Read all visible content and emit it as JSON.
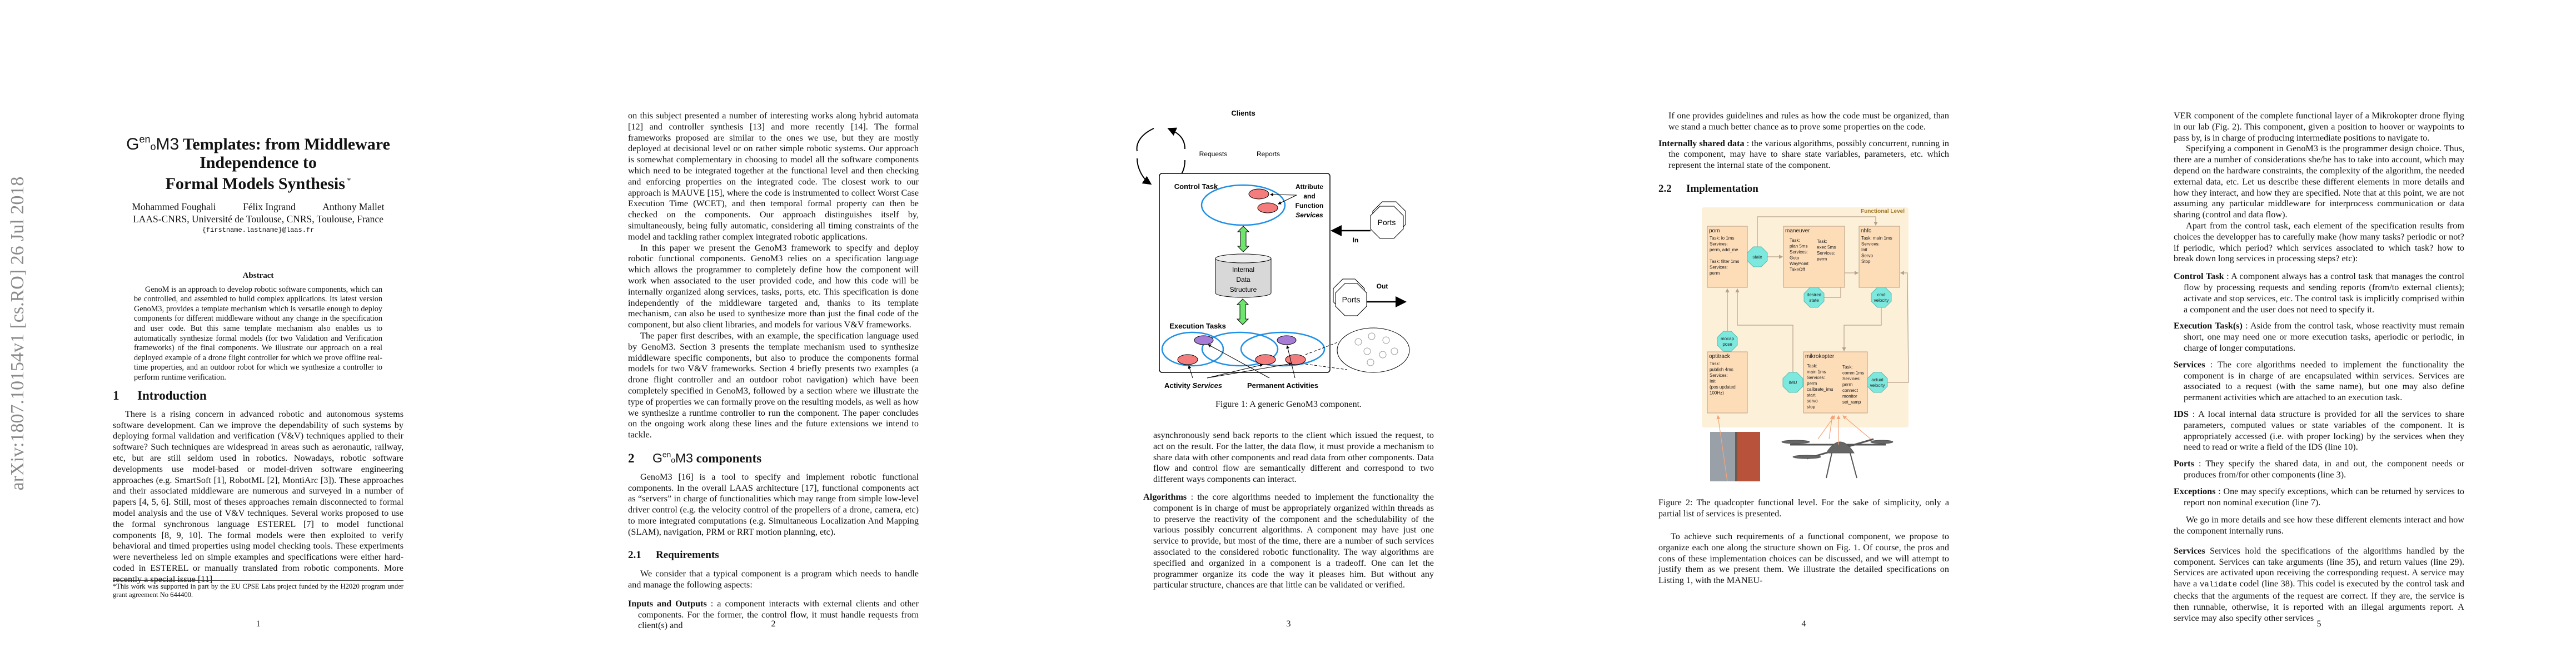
{
  "stamp": "arXiv:1807.10154v1  [cs.RO]  26 Jul 2018",
  "logo": {
    "g": "G",
    "en": "en",
    "o": "o",
    "m3": "M3",
    "m": "M"
  },
  "page1": {
    "title_rest_line1": " Templates: from Middleware",
    "title_line2": "Independence to",
    "title_line3": "Formal Models Synthesis",
    "title_mark": " *",
    "authors": [
      "Mohammed Foughali",
      "Félix Ingrand",
      "Anthony Mallet"
    ],
    "affiliation": "LAAS-CNRS, Université de Toulouse, CNRS, Toulouse, France",
    "email": "{firstname.lastname}@laas.fr",
    "abstract_heading": "Abstract",
    "abstract_text": "GenoM is an approach to develop robotic software components, which can be controlled, and assembled to build complex applications. Its latest version GenoM3, provides a template mechanism which is versatile enough to deploy components for different middleware without any change in the specification and user code. But this same template mechanism also enables us to automatically synthesize formal models (for two Validation and Verification frameworks) of the final components. We illustrate our approach on a real deployed example of a drone flight controller for which we prove offline real-time properties, and an outdoor robot for which we synthesize a controller to perform runtime verification.",
    "section_num": "1",
    "section_title": "Introduction",
    "intro": "There is a rising concern in advanced robotic and autonomous systems software development. Can we improve the dependability of such systems by deploying formal validation and verification (V&V) techniques applied to their software? Such techniques are widespread in areas such as aeronautic, railway, etc, but are still seldom used in robotics. Nowadays, robotic software developments use model-based or model-driven software engineering approaches (e.g. SmartSoft [1], RobotML [2], MontiArc [3]). These approaches and their associated middleware are numerous and surveyed in a number of papers [4, 5, 6]. Still, most of theses approaches remain disconnected to formal model analysis and the use of V&V techniques. Several works proposed to use the formal synchronous language ESTEREL [7] to model functional components [8, 9, 10]. The formal models were then exploited to verify behavioral and timed properties using model checking tools. These experiments were nevertheless led on simple examples and specifications were either hard-coded in ESTEREL or manually translated from robotic components. More recently a special issue [11]",
    "footnote": "*This work was supported in part by the EU CPSE Labs project funded by the H2020 program under grant agreement No 644400.",
    "page_number": "1"
  },
  "page2": {
    "paragraphs": [
      "on this subject presented a number of interesting works along hybrid automata [12] and controller synthesis [13] and more recently [14]. The formal frameworks proposed are similar to the ones we use, but they are mostly deployed at decisional level or on rather simple robotic systems. Our approach is somewhat complementary in choosing to model all the software components which need to be integrated together at the functional level and then checking and enforcing properties on the integrated code. The closest work to our approach is MAUVE [15], where the code is instrumented to collect Worst Case Execution Time (WCET), and then temporal formal property can then be checked on the components. Our approach distinguishes itself by, simultaneously, being fully automatic, considering all timing constraints of the model and tackling rather complex integrated robotic applications.",
      "In this paper we present the GenoM3 framework to specify and deploy robotic functional components. GenoM3 relies on a specification language which allows the programmer to completely define how the component will work when associated to the user provided code, and how this code will be internally organized along services, tasks, ports, etc. This specification is done independently of the middleware targeted and, thanks to its template mechanism, can also be used to synthesize more than just the final code of the component, but also client libraries, and models for various V&V frameworks.",
      "The paper first describes, with an example, the specification language used by GenoM3. Section 3 presents the template mechanism used to synthesize middleware specific components, but also to produce the components formal models for two V&V frameworks. Section 4 briefly presents two examples (a drone flight controller and an outdoor robot navigation) which have been completely specified in GenoM3, followed by a section where we illustrate the type of properties we can formally prove on the resulting models, as well as how we synthesize a runtime controller to run the component. The paper concludes on the ongoing work along these lines and the future extensions we intend to tackle."
    ],
    "section_num": "2",
    "section_title": " components",
    "section_para": "GenoM3 [16] is a tool to specify and implement robotic functional components. In the overall LAAS architecture [17], functional components act as “servers” in charge of functionalities which may range from simple low-level driver control (e.g. the velocity control of the propellers of a drone, camera, etc) to more integrated computations (e.g. Simultaneous Localization And Mapping (SLAM), navigation, PRM or RRT motion planning, etc).",
    "subsection_num": "2.1",
    "subsection_title": "Requirements",
    "req_intro": "We consider that a typical component is a program which needs to handle and manage the following aspects:",
    "item_term": "Inputs and Outputs",
    "item_text": " : a component interacts with external clients and other components. For the former, the control flow, it must handle requests from client(s) and",
    "page_number": "2"
  },
  "page3": {
    "figure": {
      "clients": "Clients",
      "requests": "Requests",
      "reports": "Reports",
      "control_task": "Control Task",
      "attr1": "Attribute",
      "attr2": "and",
      "attr3": "Function",
      "attr4": "Services",
      "ids1": "Internal",
      "ids2": "Data",
      "ids3": "Structure",
      "ports": "Ports",
      "in": "In",
      "out": "Out",
      "execution_tasks": "Execution Tasks",
      "activity": "Activity ",
      "activity_services": "Services",
      "permanent": "Permanent Activities"
    },
    "caption": "Figure 1: A generic GenoM3 component.",
    "cont": "asynchronously send back reports to the client which issued the request, to act on the result. For the latter, the data flow, it must provide a mechanism to share data with other components and read data from other components. Data flow and control flow are semantically different and correspond to two different ways components can interact.",
    "item_term": "Algorithms",
    "item_text": " : the core algorithms needed to implement the functionality the component is in charge of must be appropriately organized within threads as to preserve the reactivity of the component and the schedulability of the various possibly concurrent algorithms. A component may have just one service to provide, but most of the time, there are a number of such services associated to the considered robotic functionality. The way algorithms are specified and organized in a component is a tradeoff. One can let the programmer organize its code the way it pleases him. But without any particular structure, chances are that little can be validated or verified.",
    "page_number": "3"
  },
  "page4": {
    "cont": "If one provides guidelines and rules as how the code must be organized, than we stand a much better chance as to prove some properties on the code.",
    "item_term": "Internally shared data",
    "item_text": " : the various algorithms, possibly concurrent, running in the component, may have to share state variables, parameters, etc. which represent the internal state of the component.",
    "subsection_num": "2.2",
    "subsection_title": "Implementation",
    "figure": {
      "level": "Functional Level",
      "pom": {
        "name": "pom",
        "lines": [
          "Task: io 1ms",
          "Services:",
          "perm, add_me",
          "",
          "Task: filter 1ms",
          "Services:",
          "perm"
        ]
      },
      "maneuver": {
        "name": "maneuver",
        "col1": [
          "Task:",
          "plan 5ms",
          "Services:",
          "Goto",
          "WayPoint",
          "TakeOff"
        ],
        "col2": [
          "Task:",
          "exec 5ms",
          "Services:",
          "perm"
        ]
      },
      "nhfc": {
        "name": "nhfc",
        "lines": [
          "Task: main 1ms",
          "Services:",
          "Init",
          "Servo",
          "Stop"
        ]
      },
      "optitrack": {
        "name": "optitrack",
        "lines": [
          "Task:",
          "publish 4ms",
          "Services:",
          "Init",
          "(pos updated",
          "100Hz)"
        ]
      },
      "mikrokopter": {
        "name": "mikrokopter",
        "col1": [
          "Task:",
          "main 1ms",
          "Services:",
          "perm",
          "calibrate_imu",
          "start",
          "servo",
          "stop"
        ],
        "col2": [
          "Task:",
          "comm 1ms",
          "Services:",
          "perm",
          "connect",
          "monitor",
          "set_ramp"
        ]
      },
      "ports": {
        "state": "state",
        "desired1": "desired",
        "desired2": "state",
        "cmd1": "cmd",
        "cmd2": "velocity",
        "mocap1": "mocap",
        "mocap2": "pose",
        "imu": "IMU",
        "actual1": "actual",
        "actual2": "velocity"
      }
    },
    "caption": "Figure 2: The quadcopter functional level. For the sake of simplicity, only a partial list of services is presented.",
    "para": "To achieve such requirements of a functional component, we propose to organize each one along the structure shown on Fig. 1. Of course, the pros and cons of these implementation choices can be discussed, and we will attempt to justify them as we present them. We illustrate the detailed specifications on Listing 1, with the MANEU-",
    "page_number": "4"
  },
  "page5": {
    "paragraphs": [
      "VER component of the complete functional layer of a Mikrokopter drone flying in our lab (Fig. 2). This component, given a position to hoover or waypoints to pass by, is in charge of producing intermediate positions to navigate to.",
      "Specifying a component in GenoM3 is the programmer design choice. Thus, there are a number of considerations she/he has to take into account, which may depend on the hardware constraints, the complexity of the algorithm, the needed external data, etc. Let us describe these different elements in more details and how they interact, and how they are specified. Note that at this point, we are not assuming any particular middleware for interprocess communication or data sharing (control and data flow).",
      "Apart from the control task, each element of the specification results from choices the developper has to carefully make (how many tasks? periodic or not? if periodic, which period? which services associated to which task? how to break down long services in processing steps? etc):"
    ],
    "items": [
      {
        "term": "Control Task",
        "text": " : A component always has a control task that manages the control flow by processing requests and sending reports (from/to external clients); activate and stop services, etc. The control task is implicitly comprised within a component and the user does not need to specify it."
      },
      {
        "term": "Execution Task(s)",
        "text": " : Aside from the control task, whose reactivity must remain short, one may need one or more execution tasks, aperiodic or periodic, in charge of longer computations."
      },
      {
        "term": "Services",
        "text": " : The core algorithms needed to implement the functionality the component is in charge of are encapsulated within services. Services are associated to a request (with the same name), but one may also define permanent activities which are attached to an execution task."
      },
      {
        "term": "IDS",
        "text": " : A local internal data structure is provided for all the services to share parameters, computed values or state variables of the component. It is appropriately accessed (i.e. with proper locking) by the services when they need to read or write a field of the IDS (line 10)."
      },
      {
        "term": "Ports",
        "text": " : They specify the shared data, in and out, the component needs or produces from/for other components (line 3)."
      },
      {
        "term": "Exceptions",
        "text": " : One may specify exceptions, which can be returned by services to report non nominal execution (line 7)."
      }
    ],
    "after_items": "We go in more details and see how these different elements interact and how the component internally runs.",
    "services_term": "Services",
    "services_text_a": "   Services hold the specifications of the algorithms handled by the component. Services can take arguments (line 35), and return values (line 29). Services are activated upon receiving the corresponding request. A service may have a ",
    "services_code": "validate",
    "services_text_b": " codel (line 38). This codel is executed by the control task and checks that the arguments of the request are correct. If they are, the service is then runnable, otherwise, it is reported with an illegal arguments report. A service may also specify other services",
    "page_number": "5"
  },
  "colors": {
    "blue": "#1e90e6",
    "red": "#f47c7c",
    "purple": "#a77cd6",
    "green": "#6ee66e",
    "octagon": "#7de8de",
    "box": "#fddcb8",
    "panel": "#fdf0d8",
    "link": "#b5a08a",
    "level": "#a07a2a"
  }
}
